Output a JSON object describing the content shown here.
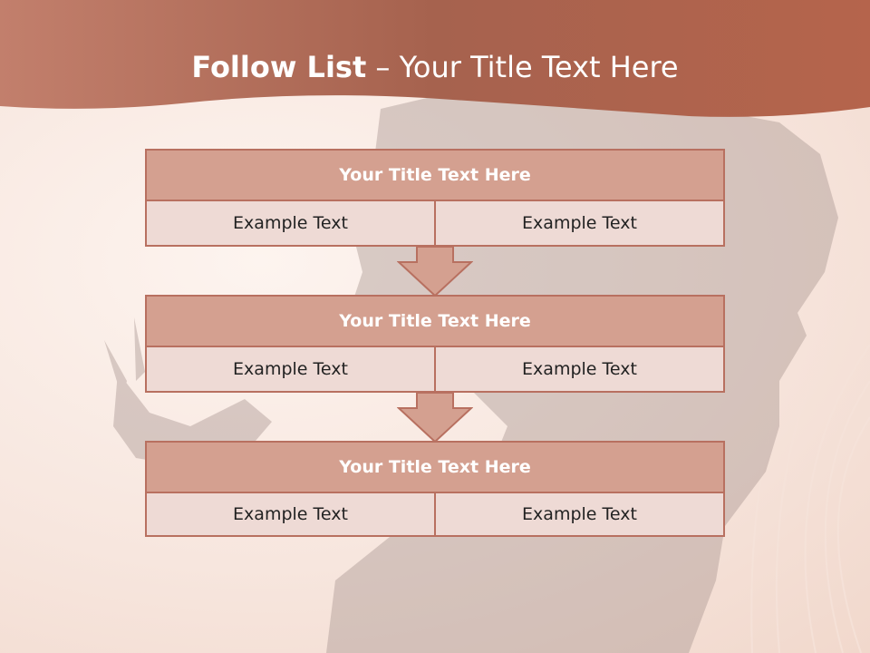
{
  "slide": {
    "title_bold": "Follow List",
    "title_rest": " – Your Title Text Here"
  },
  "steps": [
    {
      "title": "Your Title Text Here",
      "left": "Example Text",
      "right": "Example Text"
    },
    {
      "title": "Your Title Text Here",
      "left": "Example Text",
      "right": "Example Text"
    },
    {
      "title": "Your Title Text Here",
      "left": "Example Text",
      "right": "Example Text"
    }
  ],
  "colors": {
    "banner": "#b26a56",
    "box_title_fill": "#d4a090",
    "box_cell_fill": "#eedad5",
    "box_border": "#b87060"
  }
}
